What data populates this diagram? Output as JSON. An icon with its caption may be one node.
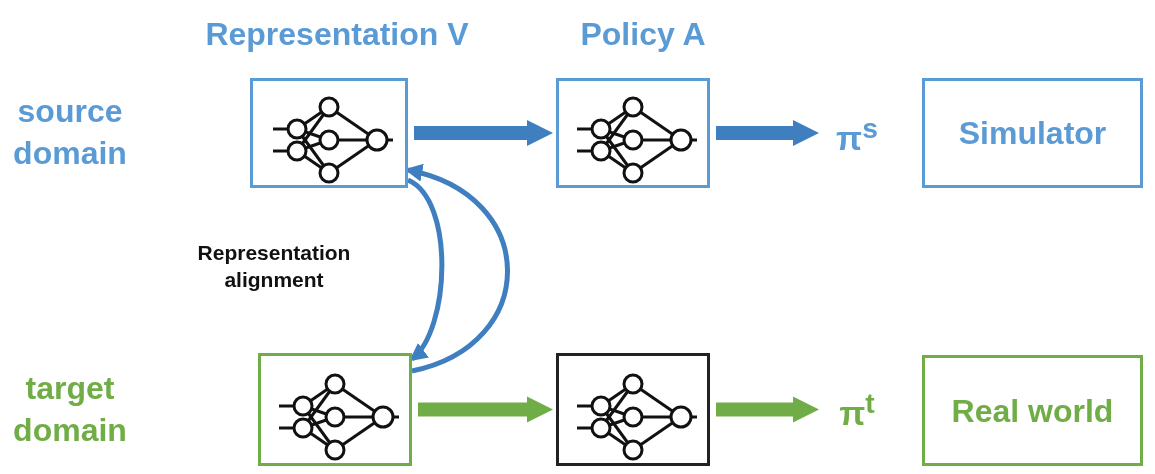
{
  "diagram": {
    "nodes": [
      {
        "text": [],
        "shape": "box"
      },
      {
        "text": [],
        "shape": "box"
      },
      {
        "text": [
          "π$^{s}$"
        ]
      },
      {
        "text": [
          "Simulator"
        ]
      },
      {
        "text": [],
        "shape": "box"
      },
      {
        "text": [],
        "shape": "box"
      },
      {
        "text": [
          "π$^{t}$"
        ]
      },
      {
        "text": [
          "Real world"
        ]
      }
    ],
    "edges": [
      {
        "from": 0,
        "to": 1,
        "arrow": "to"
      },
      {
        "from": 1,
        "to": 2,
        "arrow": "to"
      },
      {
        "from": 4,
        "to": 5,
        "arrow": "to",
        "color": "#70ad47"
      },
      {
        "from": 5,
        "to": 6,
        "arrow": "to",
        "color": "#70ad47"
      },
      {
        "from": 0,
        "to": 4,
        "arrow": "to"
      },
      {
        "from": 4,
        "to": 0,
        "arrow": "to"
      }
    ],
    "labels": [
      "Representation V",
      "Policy A",
      "source domain",
      "Representation alignment",
      "target domain"
    ]
  }
}
